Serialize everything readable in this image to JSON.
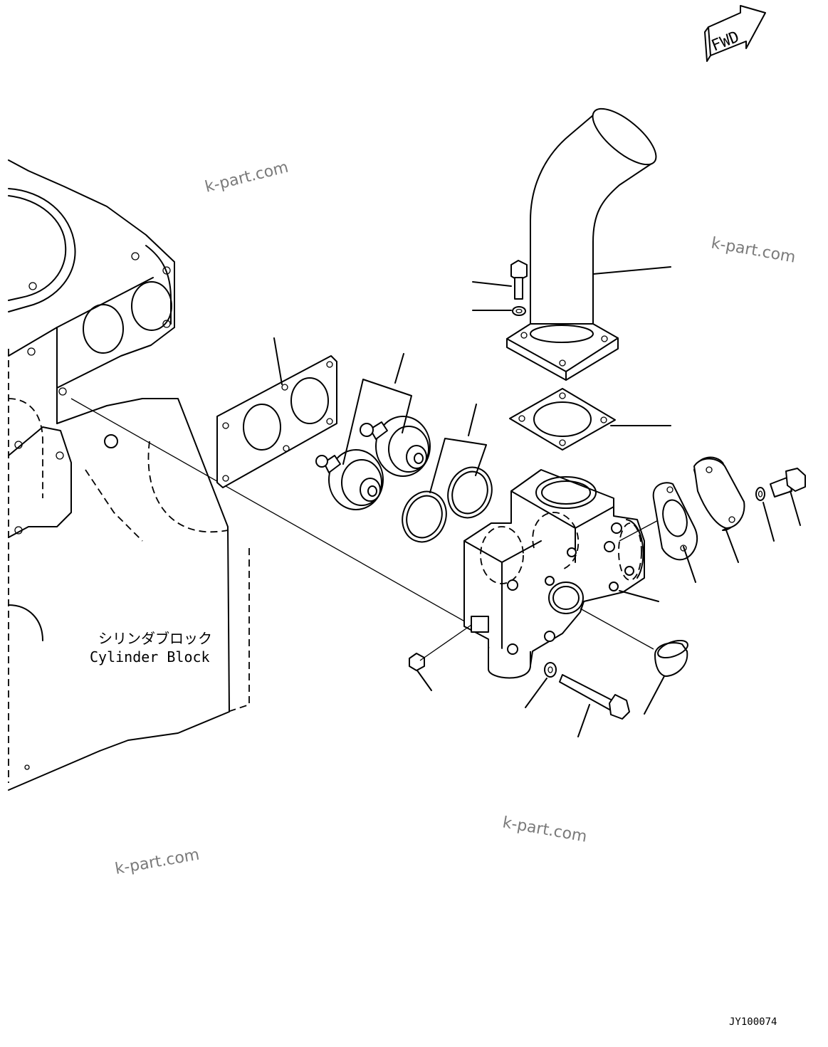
{
  "fwd_label": "FWD",
  "cylinder_block_label_jp": "シリンダブロック",
  "cylinder_block_label_en": "Cylinder Block",
  "watermark_text": "k-part.com",
  "drawing_id": "JY100074"
}
